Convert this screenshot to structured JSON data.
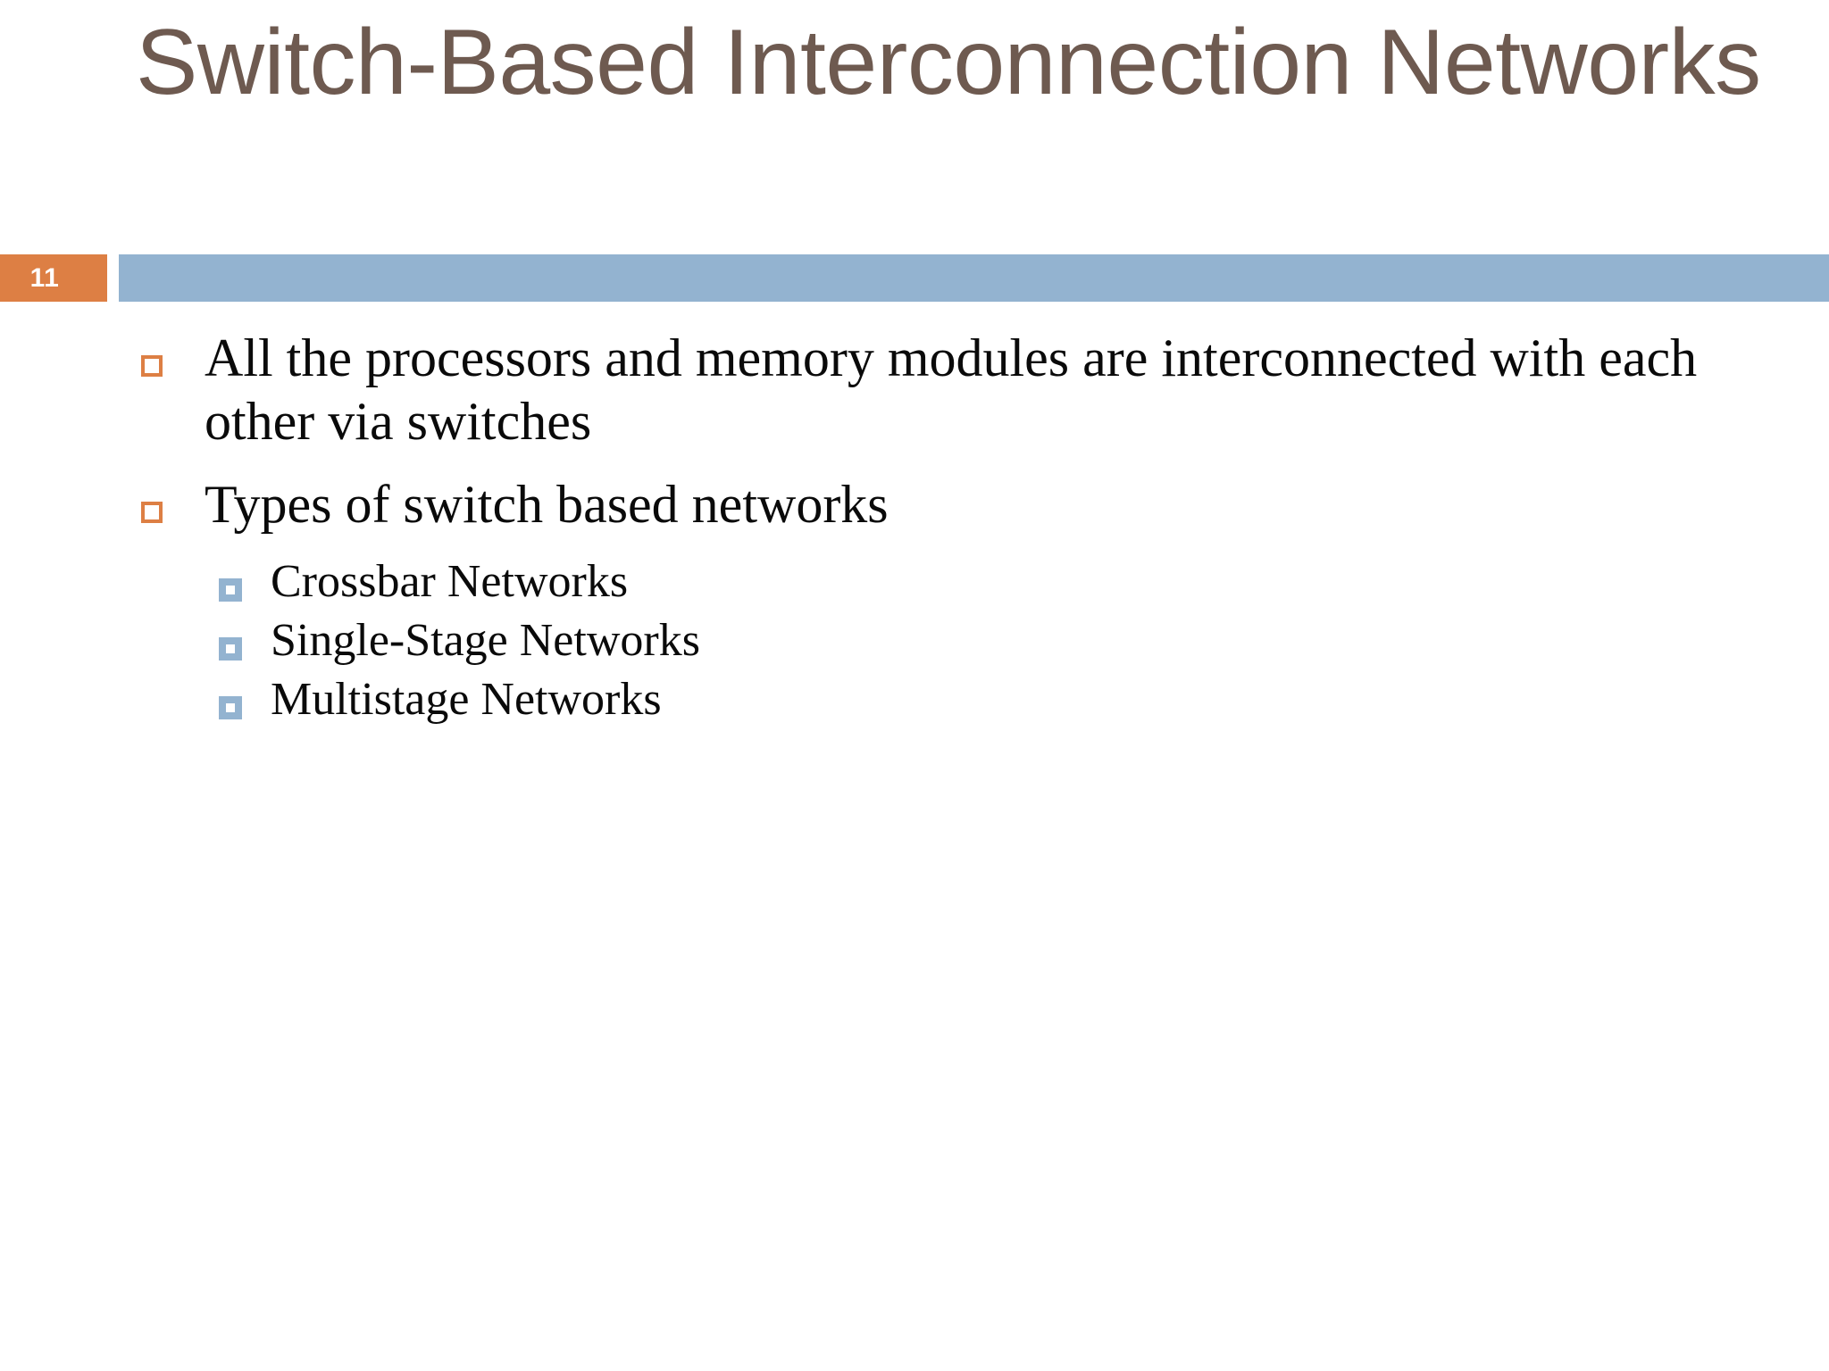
{
  "slide": {
    "title": "Switch-Based Interconnection Networks",
    "page_number": "11",
    "colors": {
      "title_text": "#6E5A50",
      "badge_background": "#DD7F44",
      "header_rule": "#93B3D0",
      "level1_bullet": "#DD7F44",
      "level2_bullet": "#93B3D0",
      "body_text": "#0A0A0A",
      "background": "#FFFFFF"
    },
    "body": {
      "items": [
        {
          "level": 1,
          "bullet": "orange-hollow-square-bullet",
          "text": "All the processors and memory modules are interconnected with each other via switches"
        },
        {
          "level": 1,
          "bullet": "orange-hollow-square-bullet",
          "text": "Types of switch based networks"
        },
        {
          "level": 2,
          "bullet": "blue-square-bullet",
          "text": "Crossbar Networks"
        },
        {
          "level": 2,
          "bullet": "blue-square-bullet",
          "text": "Single-Stage Networks"
        },
        {
          "level": 2,
          "bullet": "blue-square-bullet",
          "text": "Multistage Networks"
        }
      ]
    }
  }
}
